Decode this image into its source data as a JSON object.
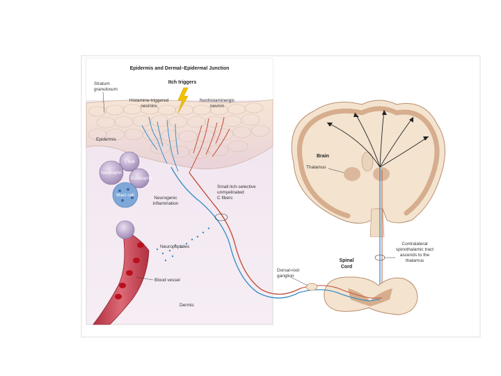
{
  "panel": {
    "title": "Epidermis and Dermal–Epidermal Junction"
  },
  "labels": {
    "stratum_granulosum": [
      "Stratum",
      "granulosum"
    ],
    "itch_triggers": "Itch triggers",
    "histamine_neurons": [
      "Histamine-triggered",
      "neurons"
    ],
    "nonhistaminergic_neurons": [
      "Nonhistaminergic",
      "neuron"
    ],
    "epidermis": "Epidermis",
    "t_cell": "T cell",
    "neutrophil": "Neutrophil",
    "eosinophil": "Eosinophil",
    "mast_cell": "Mast cell",
    "neurogenic_inflammation": [
      "Neurogenic",
      "inflammation"
    ],
    "c_fibers": [
      "Small itch-selective",
      "unmyelinated",
      "C fibers"
    ],
    "neuropeptides": "Neuropeptides",
    "blood_vessel": "Blood vessel",
    "dermis": "Dermis",
    "dorsal_root_ganglion": [
      "Dorsal-root",
      "ganglion"
    ],
    "spinal_cord": [
      "Spinal",
      "Cord"
    ],
    "brain": "Brain",
    "thalamus": "Thalamus",
    "spinothalamic_tract": [
      "Contralateral",
      "spinothalamic tract",
      "ascends to the",
      "thalamus"
    ]
  },
  "colors": {
    "histamine_neuron": "#3a8fc4",
    "nonhistaminergic_neuron": "#c0503a",
    "itch_trigger": "#e8b000",
    "blood_vessel": "#c23a4a",
    "epidermis": "#f3dcc8",
    "dermis": "#f1e4ef",
    "brain_white_matter": "#f3e3cf",
    "brain_gray_matter": "#d6ad8d"
  }
}
